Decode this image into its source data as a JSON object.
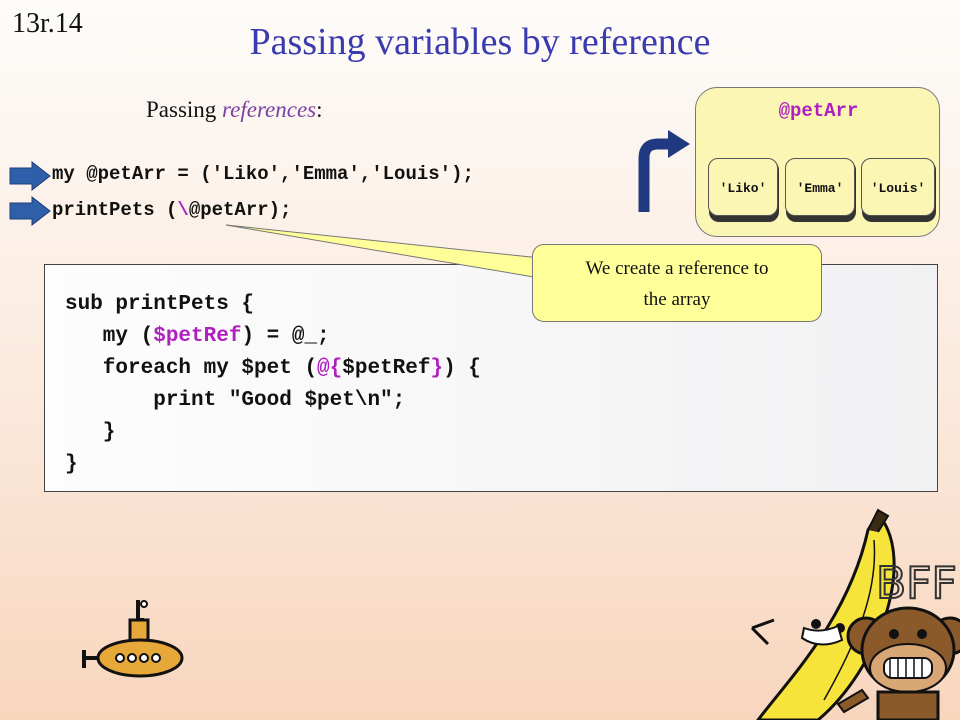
{
  "slide": {
    "number": "13r.14",
    "title": "Passing variables by reference",
    "subtitle_prefix": "Passing ",
    "subtitle_italic": "references",
    "subtitle_suffix": ":"
  },
  "code_top": {
    "line1_a": "my @petArr = ('Liko','Emma','Louis');",
    "line2_a": "printPets (",
    "line2_b": "\\",
    "line2_c": "@petArr);"
  },
  "code_block": {
    "line1": "sub printPets {",
    "line2_a": "   my (",
    "line2_b": "$petRef",
    "line2_c": ") = @_;",
    "line3_a": "   foreach my $pet (",
    "line3_b": "@{",
    "line3_c": "$petRef",
    "line3_d": "}",
    "line3_e": ") {",
    "line4": "       print \"Good $pet\\n\";",
    "line5": "   }",
    "line6": "}"
  },
  "callout": {
    "line1": "We create a reference to",
    "line2": "the array"
  },
  "array_panel": {
    "label": "@petArr",
    "items": [
      "'Liko'",
      "'Emma'",
      "'Louis'"
    ]
  },
  "artwork": {
    "bff_text": "BFF"
  },
  "colors": {
    "title": "#3b3bb0",
    "highlight": "#b020c0",
    "bullet_arrow": "#2f5fa8",
    "callout_bg": "#ffff9a",
    "panel_bg": "#fbf6b4"
  }
}
